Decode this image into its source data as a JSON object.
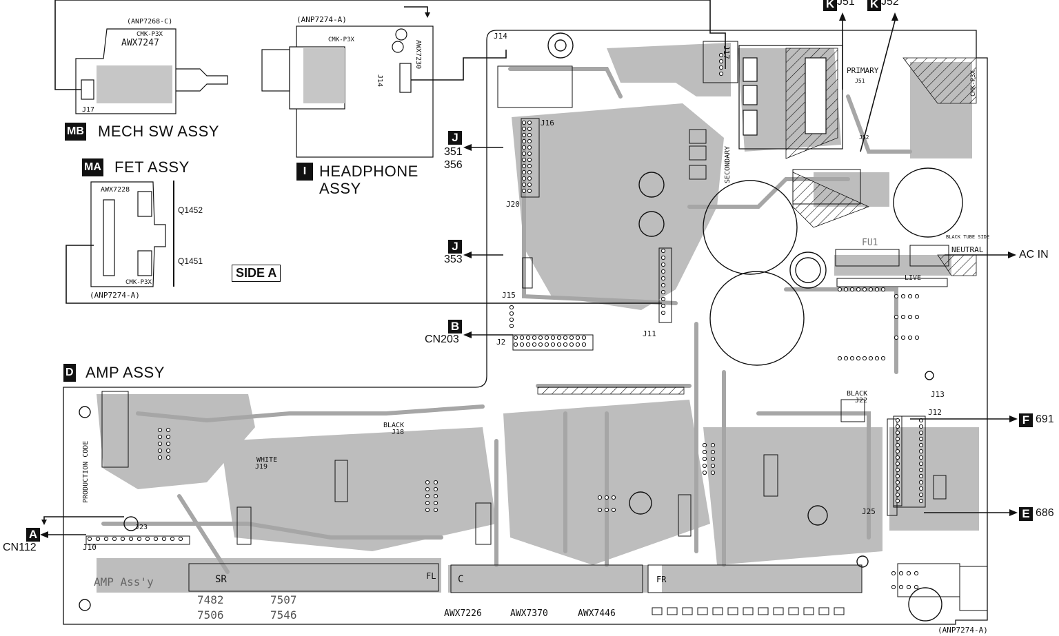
{
  "assemblies": {
    "mech_sw": {
      "tag": "MB",
      "name": "MECH SW ASSY",
      "part": "(ANP7268-C)",
      "model": "CMK-P3X",
      "board": "AWX7247",
      "jack": "J17"
    },
    "fet": {
      "tag": "MA",
      "name": "FET ASSY",
      "part": "(ANP7274-A)",
      "board": "AWX7228",
      "model": "CMK-P3X",
      "q1": "Q1452",
      "q2": "Q1451"
    },
    "headphone": {
      "tag": "I",
      "name_line1": "HEADPHONE",
      "name_line2": "ASSY",
      "part": "(ANP7274-A)",
      "model": "CMK-P3X",
      "board": "AWX7230",
      "jack": "J14"
    },
    "amp": {
      "tag": "D",
      "name": "AMP ASSY",
      "part": "(ANP7274-A)",
      "silk": "AMP Ass'y",
      "prod_code": "PRODUCTION CODE",
      "model": "CMK-P3X"
    }
  },
  "side_label": "SIDE A",
  "connectors": {
    "j351": {
      "tag": "J",
      "line1": "351",
      "line2": "356"
    },
    "j353": {
      "tag": "J",
      "line1": "353"
    },
    "b": {
      "tag": "B",
      "line1": "CN203"
    },
    "a": {
      "tag": "A",
      "line1": "CN112"
    },
    "k1": {
      "tag": "K",
      "line1": "J51"
    },
    "k2": {
      "tag": "K",
      "line1": "J52"
    },
    "f": {
      "tag": "F",
      "line1": "691"
    },
    "e": {
      "tag": "E",
      "line1": "686"
    },
    "ac": {
      "line1": "AC IN"
    }
  },
  "board_text": {
    "primary": "PRIMARY",
    "secondary": "SECONDARY",
    "neutral": "NEUTRAL",
    "live": "LIVE",
    "fu1": "FU1",
    "black_tube": "BLACK TUBE SIDE",
    "black1": "BLACK",
    "black2": "BLACK",
    "white": "WHITE",
    "sr": "SR",
    "fl": "FL",
    "c": "C",
    "fr": "FR",
    "codes": [
      "7482",
      "7507",
      "7506",
      "7546"
    ],
    "boards": [
      "AWX7226",
      "AWX7370",
      "AWX7446"
    ],
    "jacks": [
      "J14",
      "J16",
      "J17",
      "J20",
      "J15",
      "J11",
      "J2",
      "J10",
      "J12",
      "J13",
      "J18",
      "J19",
      "J23",
      "J25",
      "J51",
      "J52",
      "J22"
    ]
  },
  "colors": {
    "copper": "#bdbdbd",
    "copper_dark": "#a6a6a6",
    "ink": "#111111"
  }
}
